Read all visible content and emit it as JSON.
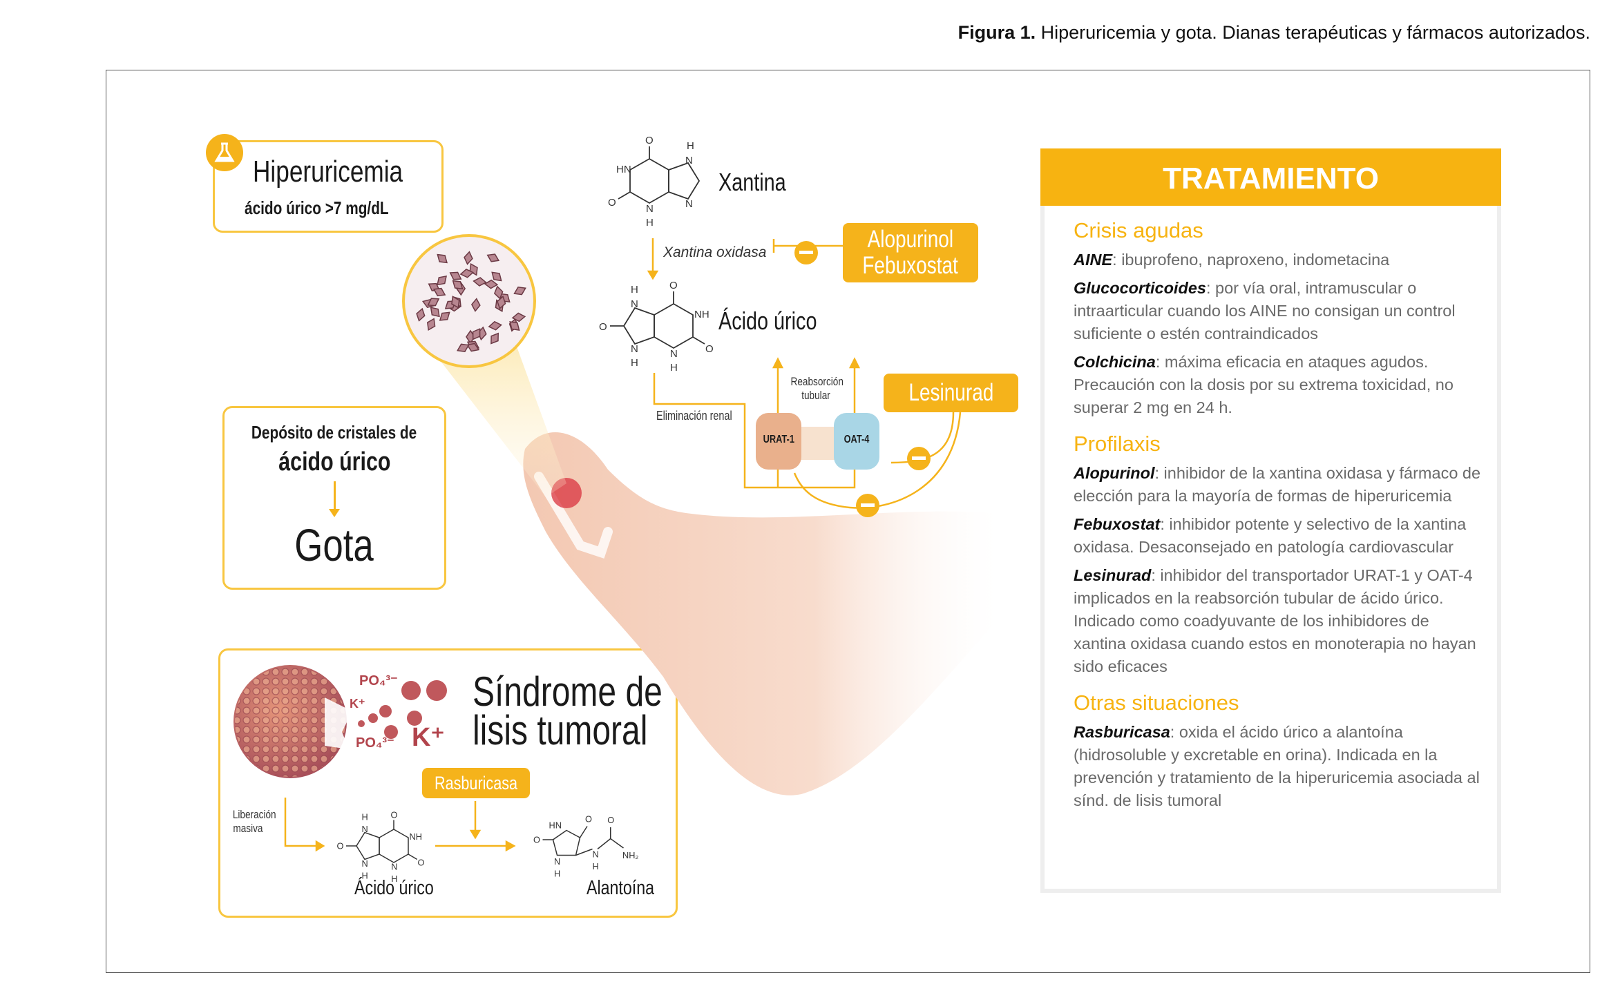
{
  "caption": {
    "label": "Figura 1.",
    "text": " Hiperuricemia y gota. Dianas terapéuticas y fármacos autorizados."
  },
  "hiperuricemia": {
    "title": "Hiperuricemia",
    "subtitle": "ácido úrico >7 mg/dL",
    "icon": "flask-icon"
  },
  "deposito": {
    "line1": "Depósito de cristales de",
    "line2": "ácido úrico",
    "result": "Gota"
  },
  "pathway": {
    "xantina": "Xantina",
    "enzyme": "Xantina oxidasa",
    "acido_urico": "Ácido úrico",
    "drug1_line1": "Alopurinol",
    "drug1_line2": "Febuxostat",
    "lesinurad": "Lesinurad",
    "eliminacion": "Eliminación renal",
    "reabsorcion_1": "Reabsorción",
    "reabsorcion_2": "tubular",
    "urat1": "URAT-1",
    "oat4": "OAT-4",
    "xantina_atoms": [
      "O",
      "HN",
      "H",
      "N",
      "O",
      "N",
      "H",
      "N"
    ],
    "urico_atoms": [
      "O",
      "H",
      "N",
      "NH",
      "O",
      "N",
      "H",
      "N",
      "H",
      "O"
    ]
  },
  "lisis": {
    "title1": "Síndrome de",
    "title2": "lisis tumoral",
    "ions": [
      "PO₄³⁻",
      "K⁺",
      "K⁺",
      "PO₄³⁻"
    ],
    "liberacion_1": "Liberación",
    "liberacion_2": "masiva",
    "rasburicasa": "Rasburicasa",
    "acido_urico": "Ácido úrico",
    "alantoina": "Alantoína",
    "urico_atoms": [
      "O",
      "H",
      "N",
      "NH",
      "O",
      "N",
      "H",
      "N",
      "H",
      "O"
    ],
    "alantoina_atoms": [
      "HN",
      "O",
      "O",
      "O",
      "N",
      "H",
      "N",
      "H",
      "NH₂"
    ]
  },
  "tratamiento": {
    "title": "TRATAMIENTO",
    "sections": [
      {
        "heading": "Crisis agudas",
        "entries": [
          {
            "term": "AINE",
            "text": ": ibuprofeno, naproxeno, indometacina"
          },
          {
            "term": "Glucocorticoides",
            "text": ": por vía oral, intramuscular o intraarticular cuando los AINE no consigan un control suficiente o estén contraindicados"
          },
          {
            "term": "Colchicina",
            "text": ": máxima eficacia en ataques agudos. Precaución con la dosis por su extrema toxicidad, no superar 2 mg en 24 h."
          }
        ]
      },
      {
        "heading": "Profilaxis",
        "entries": [
          {
            "term": "Alopurinol",
            "text": ": inhibidor de la xantina oxidasa y fármaco de elección para la mayoría de formas de hiperuricemia"
          },
          {
            "term": "Febuxostat",
            "text": ": inhibidor potente y selectivo de la xantina oxidasa. Desaconsejado en patología cardiovascular"
          },
          {
            "term": "Lesinurad",
            "text": ": inhibidor del transportador URAT-1 y OAT-4 implicados en la reabsorción tubular de ácido úrico. Indicado como coadyuvante de los inhibidores de xantina oxidasa cuando estos en monoterapia no hayan sido eficaces"
          }
        ]
      },
      {
        "heading": "Otras situaciones",
        "entries": [
          {
            "term": "Rasburicasa",
            "text": ": oxida el ácido úrico a alantoína (hidrosoluble y excretable en orina). Indicada en la prevención y tratamiento de la hiperuricemia asociada al sínd. de lisis tumoral"
          }
        ]
      }
    ]
  },
  "colors": {
    "accent": "#f7b311",
    "box_border": "#f8c640",
    "skin": "#f6d3c1",
    "urat": "#e9b08c",
    "oat": "#a9d6e6",
    "text_gray": "#6a6a6a"
  }
}
